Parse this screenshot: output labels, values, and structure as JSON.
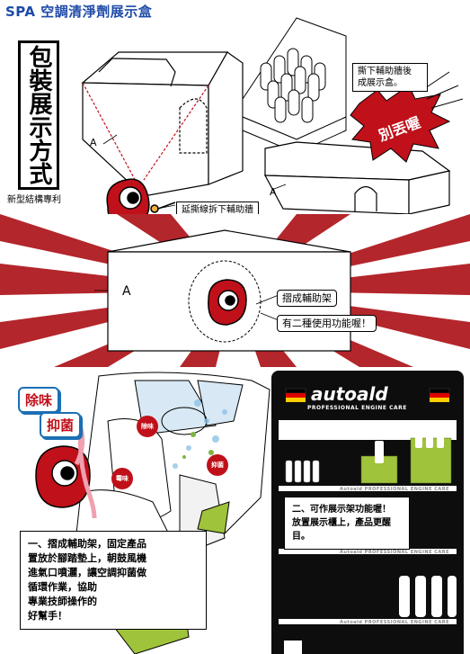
{
  "header": {
    "title": "SPA 空調清淨劑展示盒"
  },
  "side_title": "包裝展示方式",
  "patent_label": "新型結構專利",
  "labels": {
    "a1": "A",
    "a2": "A",
    "a3": "A",
    "tear_line": "延撕線拆下輔助牆",
    "tear_wall": "撕下輔助牆後\n成展示盒。",
    "discard": "別丟喔",
    "fold_support": "摺成輔助架",
    "two_functions": "有二種使用功能喔！"
  },
  "car_section": {
    "sticker_deodorize": "除味",
    "sticker_antibac": "抑菌",
    "badge_deodorize": "除味",
    "badge_antibac": "抑菌",
    "badge_mold": "霉味",
    "desc": "一、摺成輔助架，固定產品\n置放於腳踏墊上，朝鼓風機\n進氣口噴灑，讓空調抑菌做\n循環作業，協助\n專業技師操作的\n好幫手！"
  },
  "display": {
    "brand": "autoald",
    "tagline": "PROFESSIONAL ENGINE CARE",
    "shelf_brand": "Autoald PROFESSIONAL ENGINE CARE",
    "desc": "二、可作展示架功能喔！\n放置展示櫃上，產品更醒\n目。"
  },
  "colors": {
    "title_blue": "#1d4aa8",
    "ray_red": "#b3262b",
    "product_red": "#c0101a",
    "product_green": "#9fc33a",
    "display_black": "#0d0d0d"
  }
}
